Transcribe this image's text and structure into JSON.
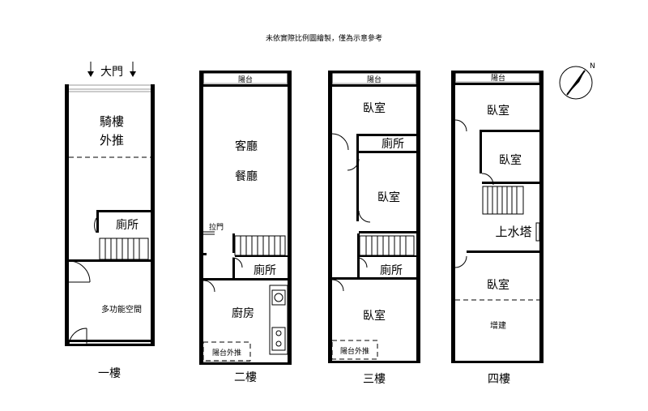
{
  "note": "未依實際比例圖繪製，僅為示意參考",
  "north_label": "N",
  "floors": {
    "f1": {
      "name": "一樓",
      "entrance": "大門",
      "arcade_line1": "騎樓",
      "arcade_line2": "外推",
      "toilet": "廁所",
      "multi": "多功能空間"
    },
    "f2": {
      "name": "二樓",
      "balcony": "陽台",
      "living": "客廳",
      "dining": "餐廳",
      "pulldoor": "拉門",
      "toilet": "廁所",
      "kitchen": "廚房",
      "balcony_ext": "陽台外推"
    },
    "f3": {
      "name": "三樓",
      "balcony": "陽台",
      "bedroom1": "臥室",
      "toilet1": "廁所",
      "bedroom2": "臥室",
      "toilet2": "廁所",
      "bedroom3": "臥室",
      "balcony_ext": "陽台外推"
    },
    "f4": {
      "name": "四樓",
      "balcony": "陽台",
      "bedroom1": "臥室",
      "bedroom2": "臥室",
      "water_tower": "上水塔",
      "bedroom3": "臥室",
      "addition": "增建"
    }
  }
}
